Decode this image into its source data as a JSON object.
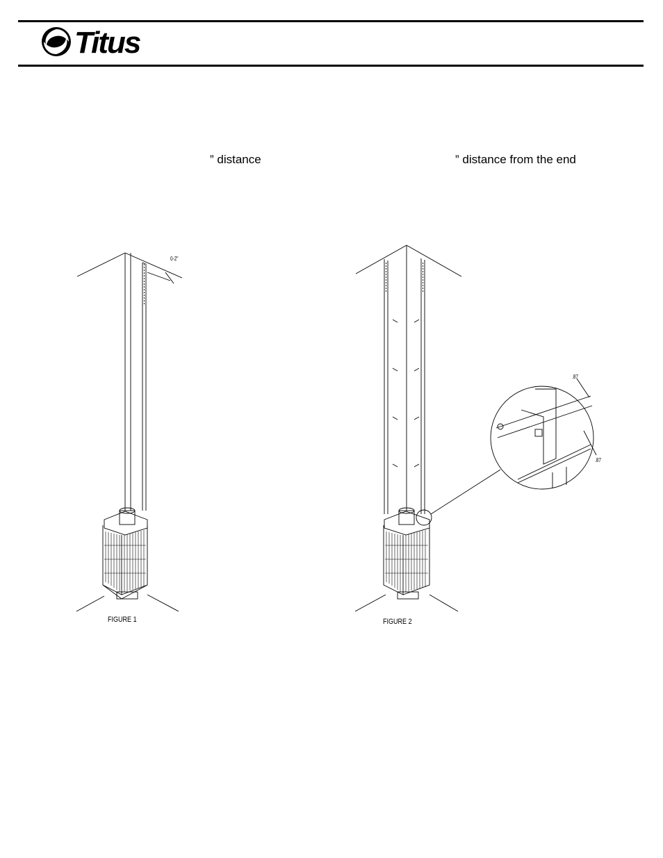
{
  "header": {
    "logo_text": "Titus",
    "brand_color": "#000000"
  },
  "body_text": {
    "fragment_1": "” distance",
    "fragment_2": "” distance from the end"
  },
  "figures": {
    "figure1_label": "FIGURE 1",
    "figure2_label": "FIGURE 2",
    "figure1_dimension": "0-2\"",
    "figure2_dimension_top": ".87",
    "figure2_dimension_side": ".87"
  }
}
